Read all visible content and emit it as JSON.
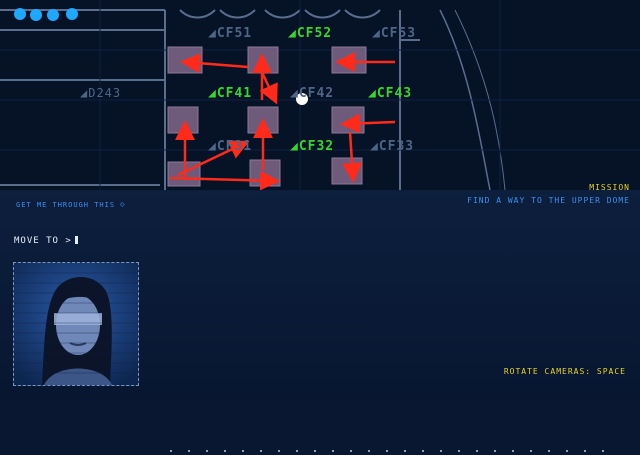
{
  "map": {
    "cameras": [
      {
        "id": "CF51",
        "label": "CF51",
        "active": false
      },
      {
        "id": "CF52",
        "label": "CF52",
        "active": true
      },
      {
        "id": "CF53",
        "label": "CF53",
        "active": false
      },
      {
        "id": "CF41",
        "label": "CF41",
        "active": true
      },
      {
        "id": "CF42",
        "label": "CF42",
        "active": false
      },
      {
        "id": "CF43",
        "label": "CF43",
        "active": true
      },
      {
        "id": "CF31",
        "label": "CF31",
        "active": false
      },
      {
        "id": "CF32",
        "label": "CF32",
        "active": true
      },
      {
        "id": "CF33",
        "label": "CF33",
        "active": false
      }
    ],
    "room_label": "D243",
    "colors": {
      "active": "#36d62c",
      "inactive": "#4d6686",
      "arrow": "#ff2a1a",
      "node": "#6e5a7a"
    }
  },
  "mission": {
    "title": "MISSION",
    "text": "FIND A WAY TO THE UPPER DOME"
  },
  "dialogue": {
    "speech": "GET ME THROUGH THIS ☺"
  },
  "prompt": {
    "label": "MOVE TO >"
  },
  "hint": {
    "text": "ROTATE CAMERAS: SPACE"
  },
  "status_lights": {
    "count": 4,
    "color": "#1ea8ff"
  }
}
